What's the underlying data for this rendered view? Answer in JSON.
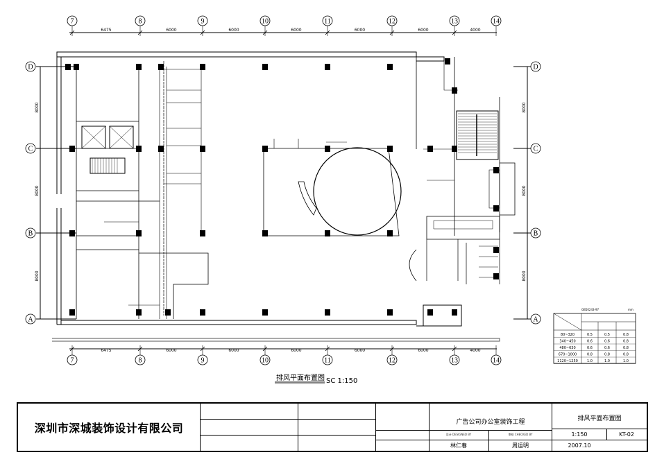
{
  "plan": {
    "title": "排风平面布置图",
    "scale": "SC 1:150",
    "axes_top": [
      "7",
      "8",
      "9",
      "10",
      "11",
      "12",
      "13",
      "14"
    ],
    "axes_side": [
      "D",
      "C",
      "B",
      "A"
    ],
    "spans_x": [
      "6475",
      "6000",
      "6000",
      "6000",
      "6000",
      "6000",
      "4000"
    ],
    "spans_y": [
      "8000",
      "8000",
      "8000"
    ]
  },
  "table": {
    "header_left": "GB50243-97",
    "unit": "mm",
    "rows": [
      [
        "80~320",
        "0.5",
        "0.5",
        "0.8"
      ],
      [
        "340~450",
        "0.6",
        "0.6",
        "0.8"
      ],
      [
        "480~630",
        "0.6",
        "0.6",
        "0.8"
      ],
      [
        "670~1000",
        "0.8",
        "0.8",
        "0.8"
      ],
      [
        "1120~1250",
        "1.0",
        "1.0",
        "1.0"
      ]
    ]
  },
  "titleblock": {
    "company": "深圳市深城装饰设计有限公司",
    "project": "广告公司办公室装饰工程",
    "drawing_name": "排风平面布置图",
    "label_designer": "设计 DESIGNED BY",
    "label_checker": "审核 CHECKED BY",
    "designer": "林仁春",
    "checker": "周运明",
    "scale": "1:150",
    "drawing_no": "KT-02",
    "date": "2007.10"
  }
}
